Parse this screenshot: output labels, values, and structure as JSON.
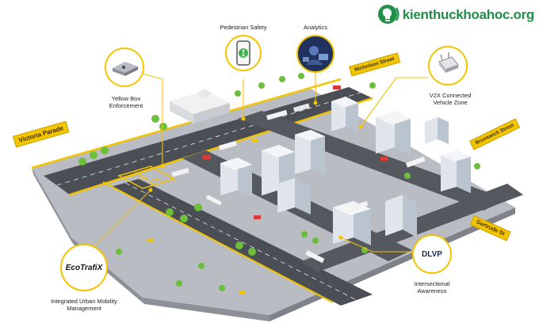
{
  "watermark": {
    "text": "kienthuckhoahoc.org",
    "icon": "bulb-head-icon",
    "color": "#1f8f4a"
  },
  "callouts": {
    "pedestrian_safety": {
      "label": "Pedestrian Safety",
      "icon": "smartphone-pedestrian-icon"
    },
    "analytics": {
      "label": "Analytics",
      "icon": "analytics-photo-icon"
    },
    "yellow_box": {
      "label": "Yellow Box Enforcement",
      "icon": "sensor-device-icon"
    },
    "v2x": {
      "label": "V2X Connected Vehicle Zone",
      "icon": "roadside-unit-icon"
    },
    "ecotrafix": {
      "label": "Integrated Urban Mobility Management",
      "logo_text": "EcoTrafiX"
    },
    "dlvp": {
      "label": "Intersectional Awareness",
      "logo_text": "DLVP"
    }
  },
  "streets": {
    "victoria_parade": "Victoria Parade",
    "nicholson_street": "Nicholson Street",
    "brunswick_street": "Brunswick Street",
    "gertrude_st": "Gertrude St"
  },
  "colors": {
    "accent_yellow": "#f3c400",
    "road": "#4b4e55",
    "pavement": "#c9ccd1",
    "building": "#e6ebf0",
    "tree": "#6cbf3a"
  }
}
